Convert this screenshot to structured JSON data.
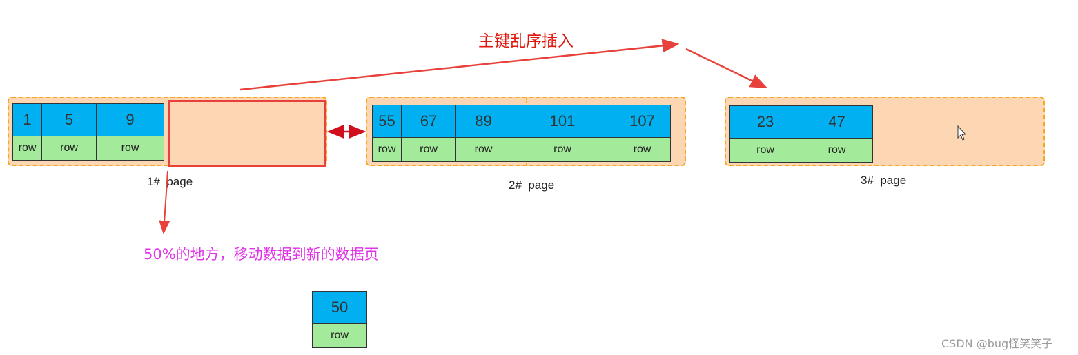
{
  "title": "主键乱序插入",
  "split_note": "50%的地方，移动数据到新的数据页",
  "pages": [
    {
      "label": "1#  page",
      "keys": [
        "1",
        "5",
        "9"
      ],
      "rows": [
        "row",
        "row",
        "row"
      ]
    },
    {
      "label": "2#  page",
      "keys": [
        "55",
        "67",
        "89",
        "101",
        "107"
      ],
      "rows": [
        "row",
        "row",
        "row",
        "row",
        "row"
      ]
    },
    {
      "label": "3#  page",
      "keys": [
        "23",
        "47"
      ],
      "rows": [
        "row",
        "row"
      ]
    }
  ],
  "new_record": {
    "key": "50",
    "row": "row"
  },
  "watermark": "CSDN @bug怪笑笑子",
  "colors": {
    "key_cell": "#00b0f0",
    "row_cell": "#a3ea9a",
    "page_bg": "#fdd7b4",
    "page_border": "#f5a623",
    "arrow": "#e8403a",
    "title": "#e0160c",
    "split_note": "#e033e8"
  }
}
